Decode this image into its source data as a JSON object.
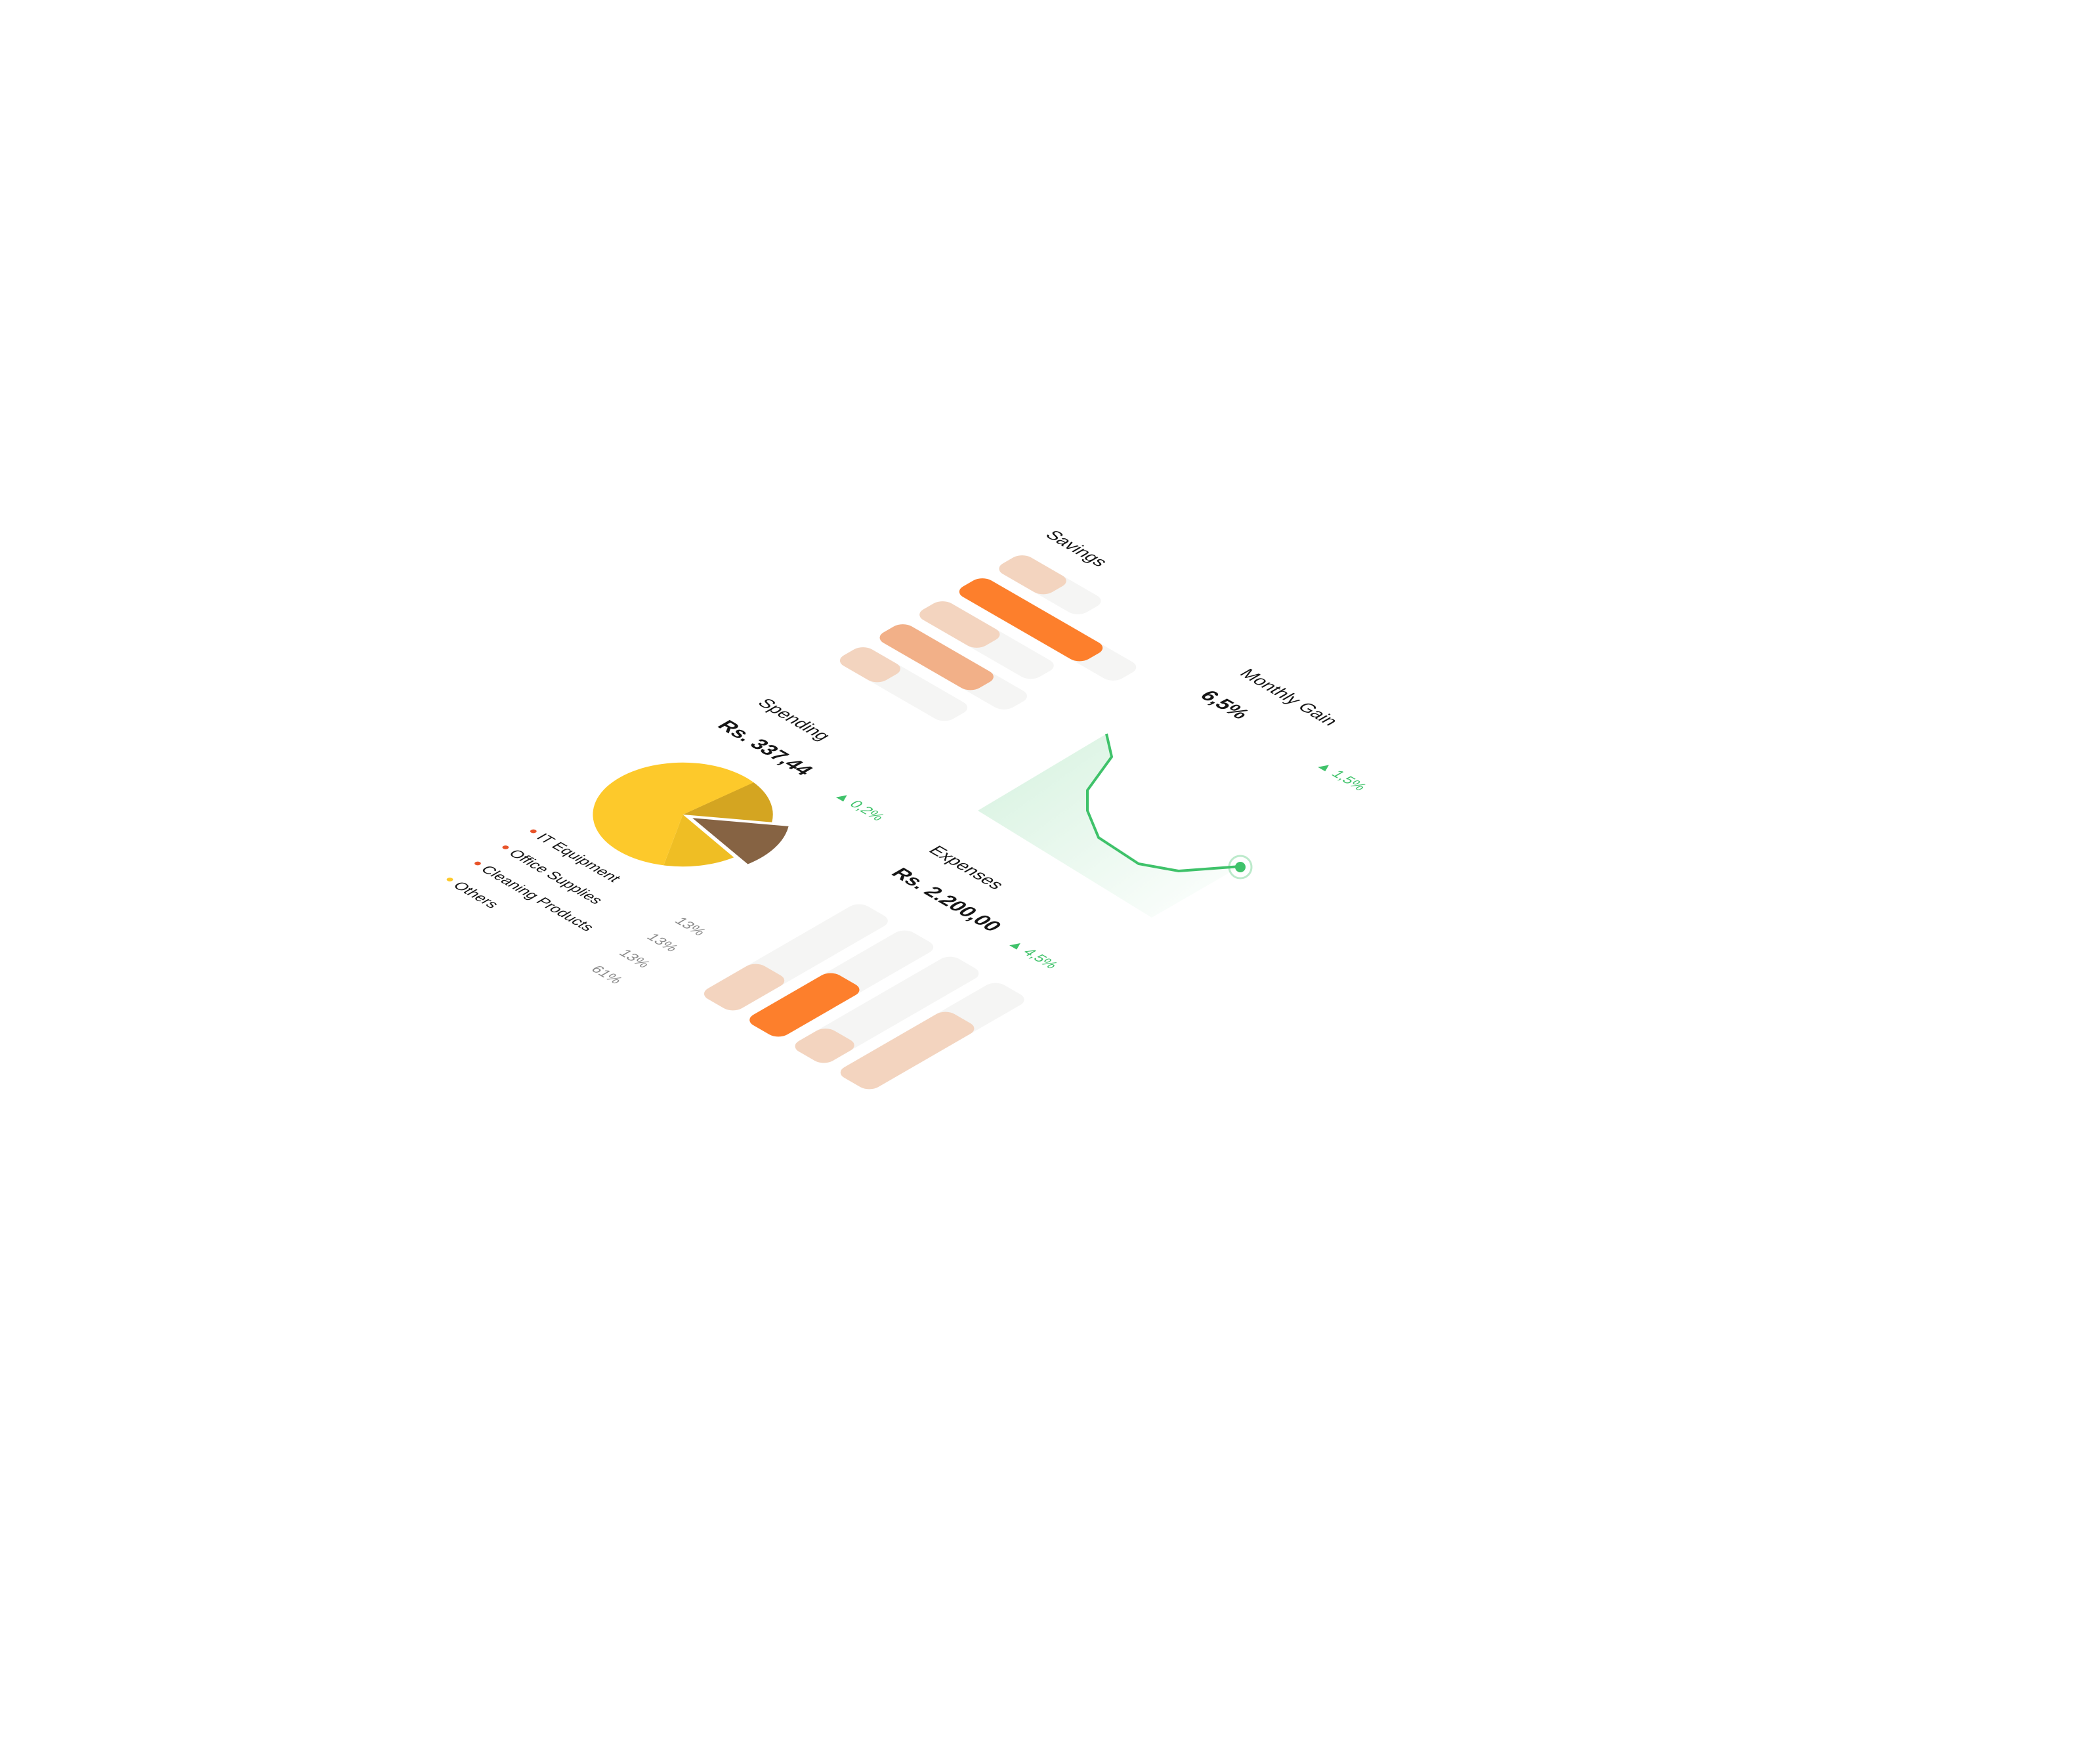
{
  "savings": {
    "title": "Savings"
  },
  "monthly_gain": {
    "title": "Monthly Gain",
    "value": "6,5%",
    "delta": "1,5%"
  },
  "spending": {
    "title": "Spending",
    "value": "Rs. 337,44",
    "delta": "0,2%"
  },
  "expenses": {
    "title": "Expenses",
    "value": "Rs. 2.200,00",
    "delta": "4,5%"
  },
  "legend": [
    {
      "label": "IT Equipment",
      "percent": "13%",
      "color": "#E8542A"
    },
    {
      "label": "Office Supplies",
      "percent": "13%",
      "color": "#E8542A"
    },
    {
      "label": "Cleaning Products",
      "percent": "13%",
      "color": "#E8542A"
    },
    {
      "label": "Others",
      "percent": "61%",
      "color": "#FDC92B"
    }
  ],
  "colors": {
    "peach": "#F3D4BF",
    "orange": "#FD7F2C",
    "dark_peach": "#F2B088",
    "track": "#F5F5F4",
    "green": "#3FC26A"
  },
  "chart_data": [
    {
      "type": "bar",
      "title": "Savings",
      "orientation": "horizontal",
      "series": [
        {
          "name": "value",
          "values": [
            87,
            221,
            110,
            169,
            75
          ]
        },
        {
          "name": "track",
          "values": [
            148,
            280,
            205,
            228,
            193
          ]
        }
      ],
      "highlight_index": 1
    },
    {
      "type": "pie",
      "title": "Spending",
      "categories": [
        "IT Equipment",
        "Office Supplies",
        "Cleaning Products",
        "Others"
      ],
      "values": [
        13,
        13,
        13,
        61
      ],
      "slice_colors": [
        "#866343",
        "#D4A521",
        "#EFBE24",
        "#FDC92B"
      ]
    },
    {
      "type": "bar",
      "title": "Expenses",
      "orientation": "vertical",
      "series": [
        {
          "name": "value",
          "values": [
            100,
            152,
            63,
            194
          ]
        },
        {
          "name": "track",
          "values": [
            282,
            282,
            282,
            282
          ]
        }
      ],
      "highlight_index": 1
    },
    {
      "type": "line",
      "title": "Monthly Gain",
      "x": [
        0,
        1,
        2,
        3,
        4,
        5,
        6,
        7
      ],
      "values": [
        9.5,
        8.8,
        7.3,
        6.6,
        5.8,
        4.8,
        4.4,
        4.6
      ]
    }
  ]
}
